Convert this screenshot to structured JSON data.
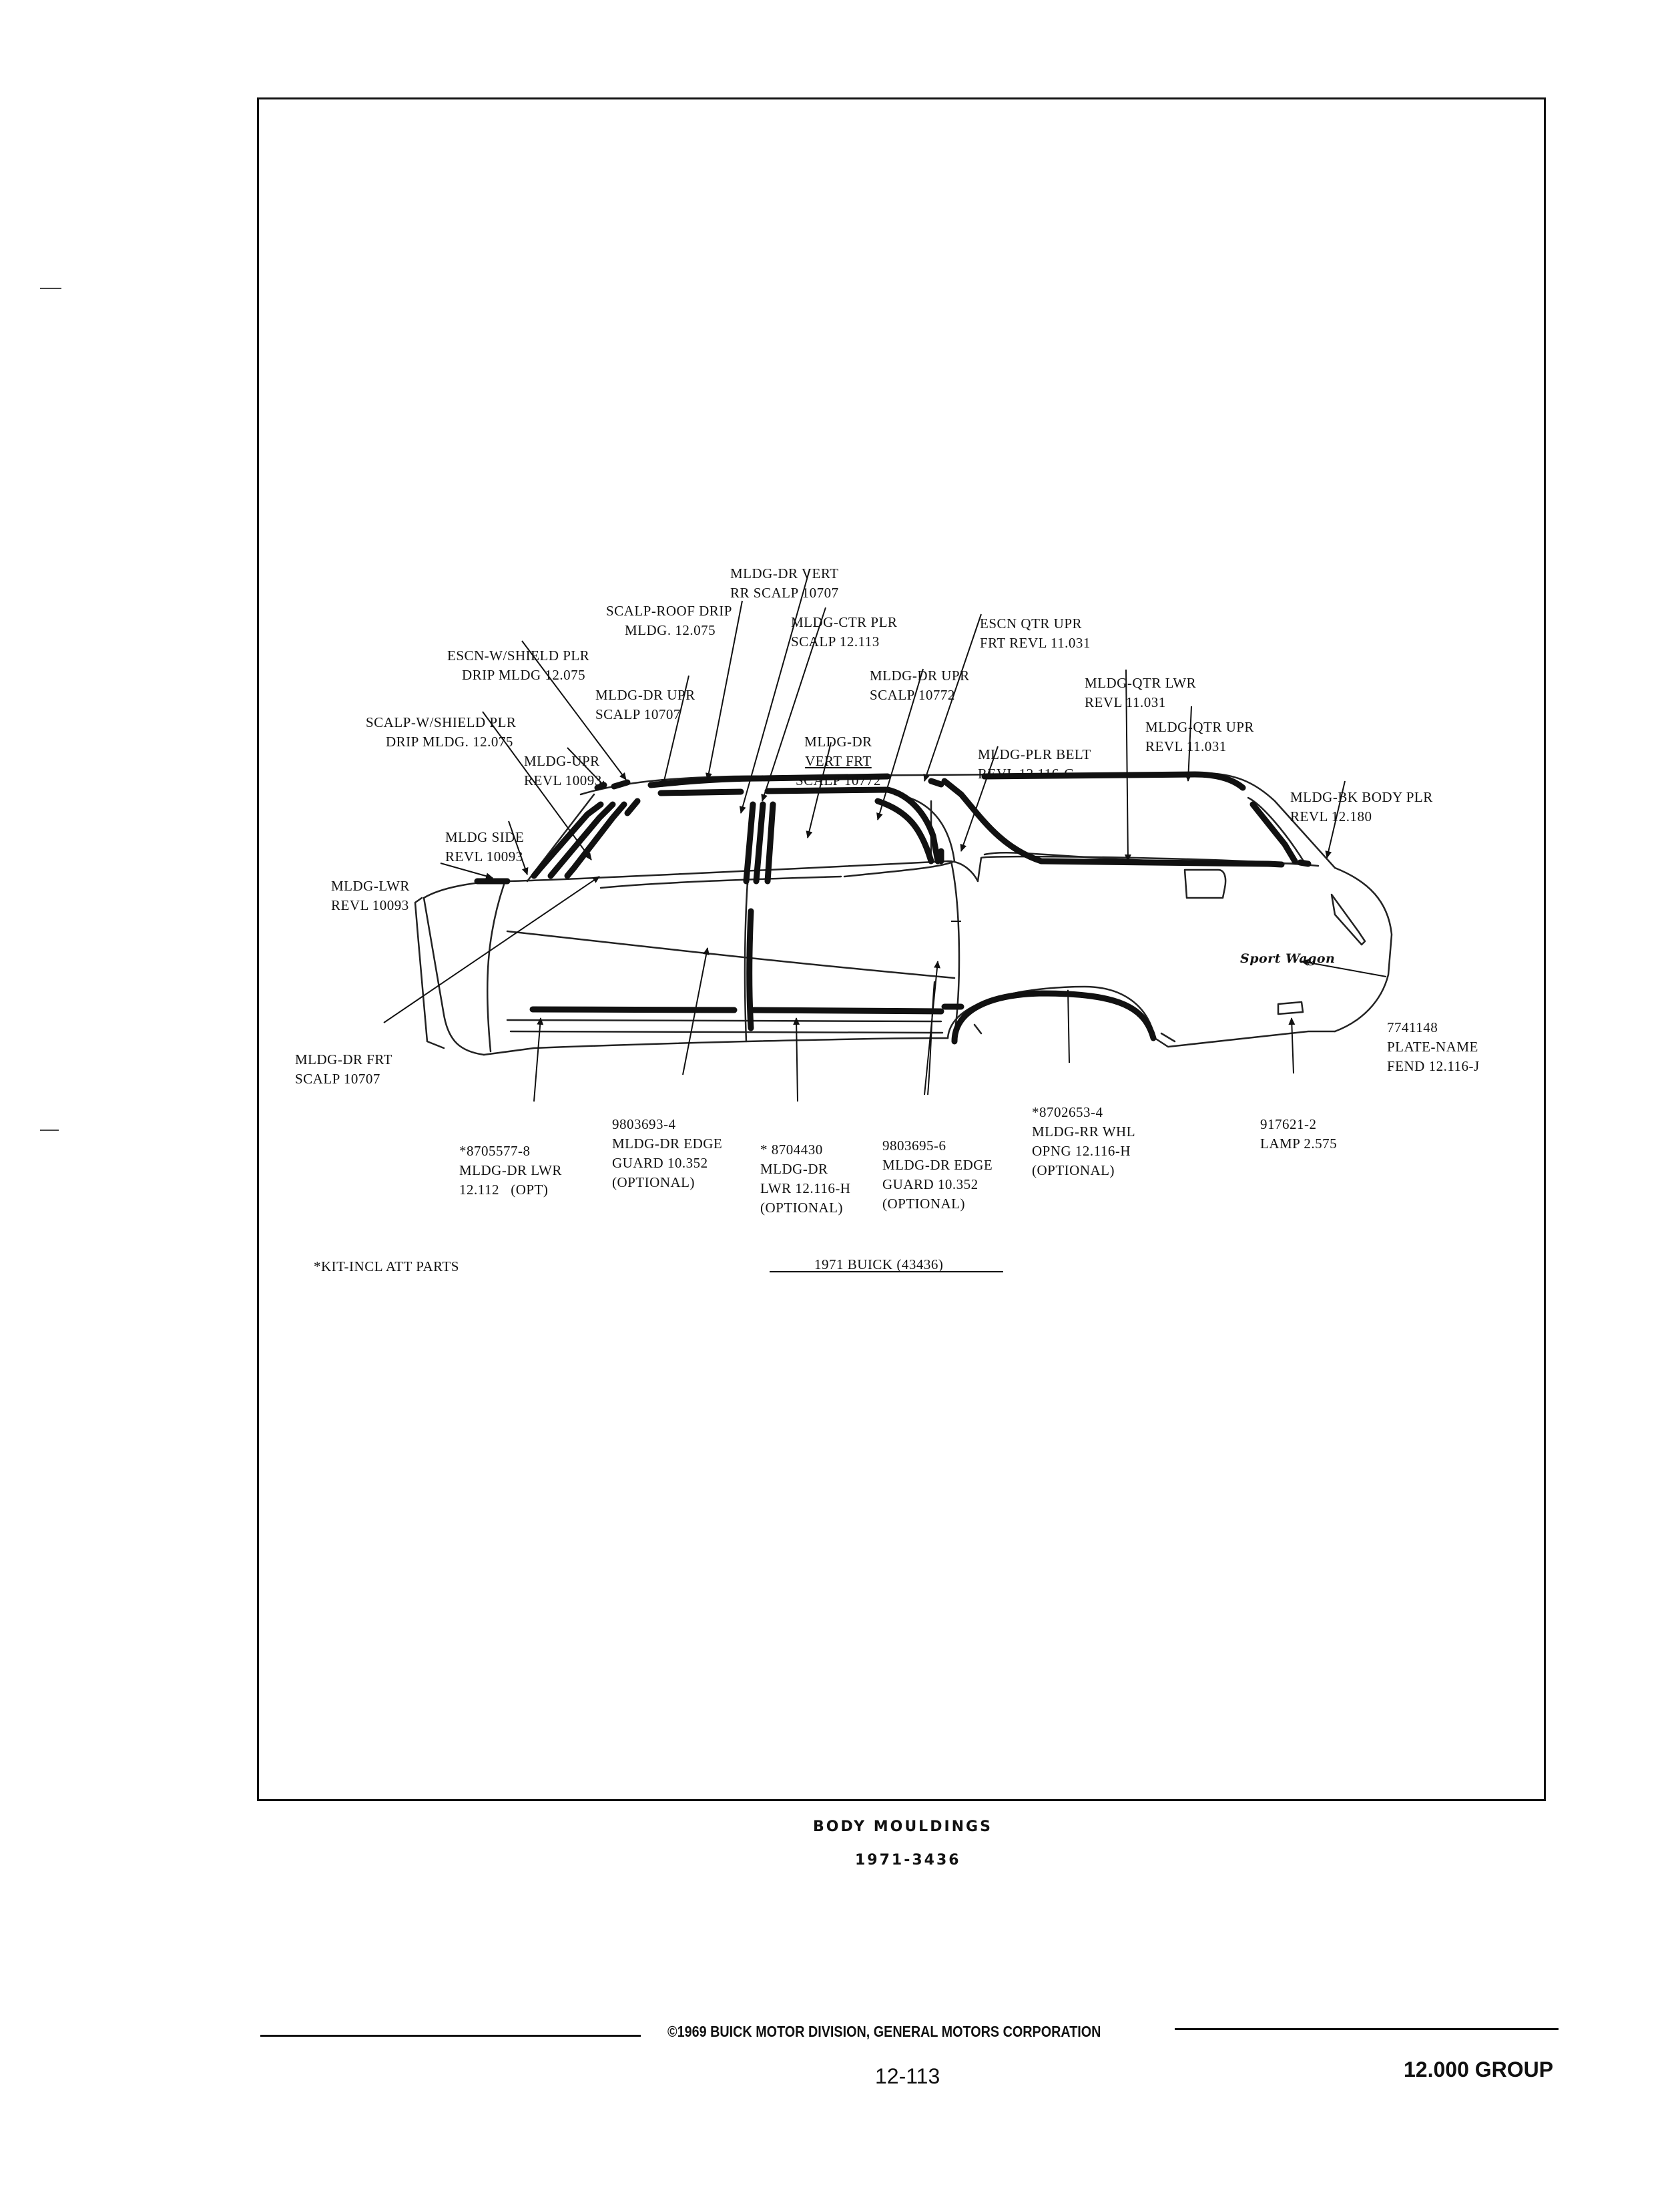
{
  "labels": {
    "dr_vert_rr": [
      "MLDG-DR VERT",
      "RR SCALP 10707"
    ],
    "scalp_roof_drip": [
      "SCALP-ROOF DRIP",
      "MLDG. 12.075"
    ],
    "ctr_plr": [
      "MLDG-CTR PLR",
      "SCALP 12.113"
    ],
    "escn_qtr_upr": [
      "ESCN QTR UPR",
      "FRT REVL 11.031"
    ],
    "escn_wshield": [
      "ESCN-W/SHIELD PLR",
      "DRIP MLDG 12.075"
    ],
    "dr_upr_front": [
      "MLDG-DR UPR",
      "SCALP 10707"
    ],
    "dr_upr_rear": [
      "MLDG-DR UPR",
      "SCALP 10772"
    ],
    "qtr_lwr": [
      "MLDG-QTR LWR",
      "REVL 11.031"
    ],
    "scalp_wshield": [
      "SCALP-W/SHIELD PLR",
      "DRIP MLDG. 12.075"
    ],
    "dr_vert_frt": [
      "MLDG-DR",
      "VERT FRT",
      "SCALP 10772"
    ],
    "qtr_upr": [
      "MLDG-QTR UPR",
      "REVL 11.031"
    ],
    "upr_revl": [
      "MLDG-UPR",
      "REVL 10093"
    ],
    "plr_belt": [
      "MLDG-PLR BELT",
      "REVL 12.116-C"
    ],
    "bk_body_plr": [
      "MLDG-BK BODY PLR",
      "REVL 12.180"
    ],
    "side_revl": [
      "MLDG SIDE",
      "REVL 10093"
    ],
    "lwr_revl": [
      "MLDG-LWR",
      "REVL 10093"
    ],
    "dr_frt_scalp": [
      "MLDG-DR FRT",
      "SCALP 10707"
    ],
    "plate_name": [
      "7741148",
      "PLATE-NAME",
      "FEND 12.116-J"
    ],
    "rr_whl": [
      "*8702653-4",
      "MLDG-RR WHL",
      "OPNG 12.116-H",
      "(OPTIONAL)"
    ],
    "lamp": [
      "917621-2",
      "LAMP 2.575"
    ],
    "dr_edge_front": [
      "9803693-4",
      "MLDG-DR EDGE",
      "GUARD 10.352",
      "(OPTIONAL)"
    ],
    "dr_edge_rear": [
      "9803695-6",
      "MLDG-DR EDGE",
      "GUARD 10.352",
      "(OPTIONAL)"
    ],
    "dr_lwr_opt": [
      "*8705577-8",
      "MLDG-DR LWR",
      "12.112   (OPT)"
    ],
    "dr_lwr": [
      "* 8704430",
      "MLDG-DR",
      "LWR 12.116-H",
      "(OPTIONAL)"
    ]
  },
  "script_badge": "Sport Wagon",
  "kit_note": "*KIT-INCL ATT PARTS",
  "model_ref": "1971 BUICK (43436)",
  "caption": {
    "title": "BODY MOULDINGS",
    "code": "1971-3436"
  },
  "footer": {
    "copyright": "©1969 BUICK MOTOR DIVISION, GENERAL MOTORS CORPORATION",
    "page_number": "12-113",
    "group": "12.000 GROUP"
  }
}
